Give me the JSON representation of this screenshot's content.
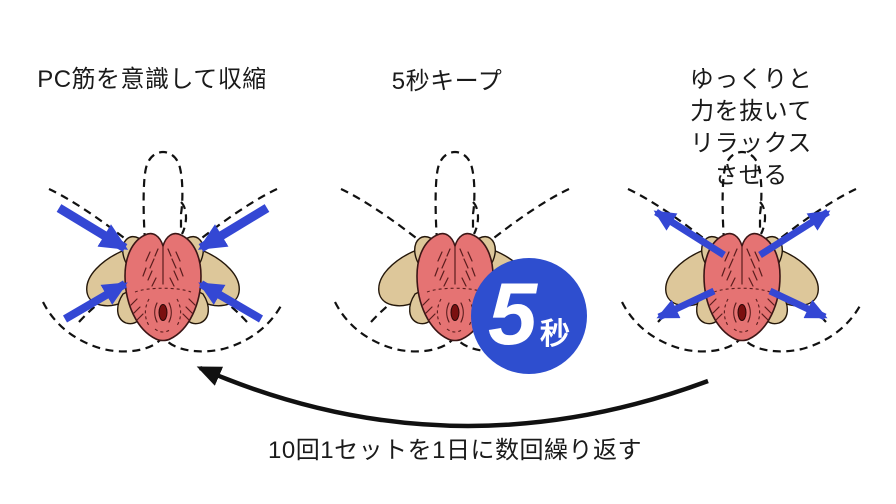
{
  "title": "骨盤底筋(PC筋)トレーニングの手順図",
  "colors": {
    "arrow-blue": "#3447d4",
    "badge-blue": "#2e4ecf",
    "muscle-pink": "#e57373",
    "tissue-tan": "#ddc79a",
    "dark-red": "#7a1010",
    "ink": "#111111"
  },
  "steps": [
    {
      "label": "PC筋を意識して収縮"
    },
    {
      "label": "5秒キープ"
    },
    {
      "label": "ゆっくりと力を抜いて\nリラックスさせる"
    }
  ],
  "badge": {
    "number": "5",
    "unit": "秒"
  },
  "caption": "10回1セットを1日に数回繰り返す"
}
